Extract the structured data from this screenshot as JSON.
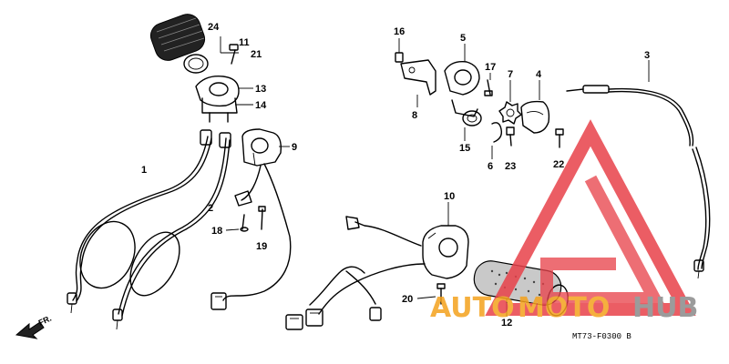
{
  "callouts": [
    {
      "id": "1",
      "label": "1"
    },
    {
      "id": "2",
      "label": "2"
    },
    {
      "id": "3",
      "label": "3"
    },
    {
      "id": "4",
      "label": "4"
    },
    {
      "id": "5",
      "label": "5"
    },
    {
      "id": "6",
      "label": "6"
    },
    {
      "id": "7",
      "label": "7"
    },
    {
      "id": "8",
      "label": "8"
    },
    {
      "id": "9",
      "label": "9"
    },
    {
      "id": "10",
      "label": "10"
    },
    {
      "id": "11",
      "label": "11"
    },
    {
      "id": "12",
      "label": "12"
    },
    {
      "id": "13",
      "label": "13"
    },
    {
      "id": "14",
      "label": "14"
    },
    {
      "id": "15",
      "label": "15"
    },
    {
      "id": "16",
      "label": "16"
    },
    {
      "id": "17",
      "label": "17"
    },
    {
      "id": "18",
      "label": "18"
    },
    {
      "id": "19",
      "label": "19"
    },
    {
      "id": "20",
      "label": "20"
    },
    {
      "id": "21",
      "label": "21"
    },
    {
      "id": "22",
      "label": "22"
    },
    {
      "id": "23",
      "label": "23"
    },
    {
      "id": "24",
      "label": "24"
    }
  ],
  "front_marker": "FR.",
  "diagram_code": "MT73-F0300 B",
  "watermark": {
    "part1": "AUTO",
    "part2": "MOTO",
    "part3": "HUB",
    "color_red": "#e8414a",
    "color_orange": "#f4a21d",
    "color_grey": "#8a8a8a"
  }
}
